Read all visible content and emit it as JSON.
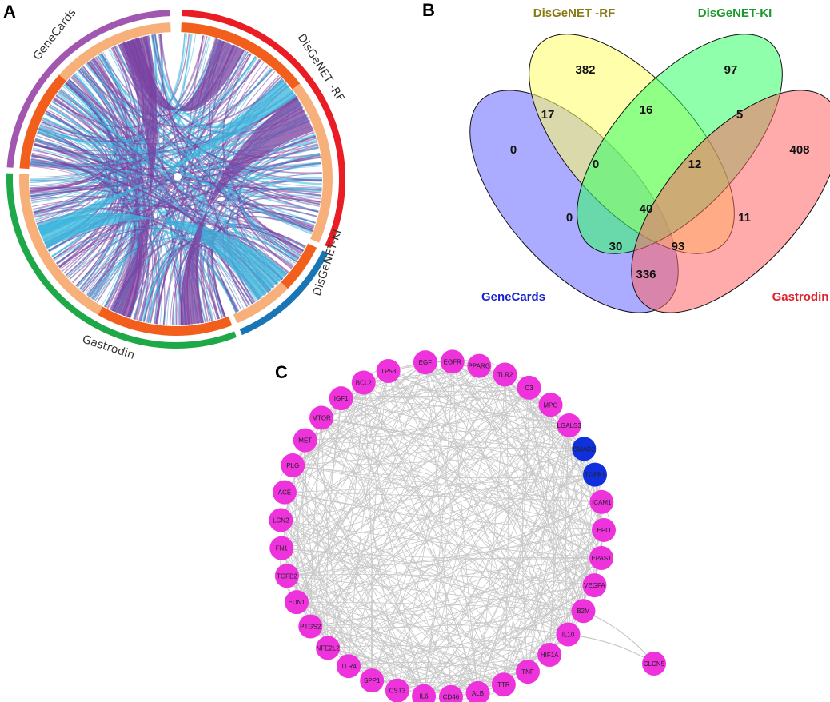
{
  "panels": {
    "a": "A",
    "b": "B",
    "c": "C"
  },
  "chord": {
    "labels": {
      "genecards": "GeneCards",
      "disgenet_rf": "DisGeNET -RF",
      "disgenet_ki": "DisGeNET-KI",
      "gastrodin": "Gastrodin"
    },
    "colors": {
      "genecards": "#a157b0",
      "disgenet_rf": "#ea1c24",
      "disgenet_ki": "#1a75b5",
      "gastrodin": "#1fa847",
      "inner_dark": "#f25f1c",
      "inner_light": "#f7b07a",
      "link_purple": "#7a3fa0",
      "link_blue": "#39b6dc"
    }
  },
  "venn": {
    "titles": {
      "disgenet_rf": "DisGeNET -RF",
      "disgenet_ki": "DisGeNET-KI",
      "genecards": "GeneCards",
      "gastrodin": "Gastrodin"
    },
    "title_colors": {
      "disgenet_rf": "#8a7a14",
      "disgenet_ki": "#1a9a2a",
      "genecards": "#1a22cc",
      "gastrodin": "#e0202a"
    },
    "fill_colors": {
      "genecards": "#6666ff",
      "disgenet_rf": "#ffff66",
      "disgenet_ki": "#33ff66",
      "gastrodin": "#ff6666"
    },
    "counts": {
      "rf_only": "382",
      "ki_only": "97",
      "gc_only": "0",
      "gas_only": "408",
      "gc_rf": "17",
      "rf_ki": "16",
      "ki_gas": "5",
      "gc_rf_ki": "0",
      "rf_ki_gas": "12",
      "all_four": "40",
      "gc_ki": "0",
      "rf_gas": "11",
      "gc_ki_gas": "30",
      "gc_rf_gas": "93",
      "gc_gas": "336"
    }
  },
  "network": {
    "node_color": "#ee33dd",
    "highlight_color": "#1030dd",
    "edge_color": "#c8c8c8",
    "nodes": [
      {
        "label": "EGF",
        "highlight": false
      },
      {
        "label": "EGFR",
        "highlight": false
      },
      {
        "label": "PPARG",
        "highlight": false
      },
      {
        "label": "TLR2",
        "highlight": false
      },
      {
        "label": "C3",
        "highlight": false
      },
      {
        "label": "MPO",
        "highlight": false
      },
      {
        "label": "LGALS3",
        "highlight": false
      },
      {
        "label": "SMAD2",
        "highlight": true
      },
      {
        "label": "TGFB1",
        "highlight": true
      },
      {
        "label": "ICAM1",
        "highlight": false
      },
      {
        "label": "EPO",
        "highlight": false
      },
      {
        "label": "EPAS1",
        "highlight": false
      },
      {
        "label": "VEGFA",
        "highlight": false
      },
      {
        "label": "B2M",
        "highlight": false
      },
      {
        "label": "IL10",
        "highlight": false
      },
      {
        "label": "HIF1A",
        "highlight": false
      },
      {
        "label": "TNF",
        "highlight": false
      },
      {
        "label": "TTR",
        "highlight": false
      },
      {
        "label": "ALB",
        "highlight": false
      },
      {
        "label": "CD46",
        "highlight": false
      },
      {
        "label": "IL6",
        "highlight": false
      },
      {
        "label": "CST3",
        "highlight": false
      },
      {
        "label": "SPP1",
        "highlight": false
      },
      {
        "label": "TLR4",
        "highlight": false
      },
      {
        "label": "NFE2L2",
        "highlight": false
      },
      {
        "label": "PTGS2",
        "highlight": false
      },
      {
        "label": "EDN1",
        "highlight": false
      },
      {
        "label": "TGFB2",
        "highlight": false
      },
      {
        "label": "FN1",
        "highlight": false
      },
      {
        "label": "LCN2",
        "highlight": false
      },
      {
        "label": "ACE",
        "highlight": false
      },
      {
        "label": "PLG",
        "highlight": false
      },
      {
        "label": "MET",
        "highlight": false
      },
      {
        "label": "MTOR",
        "highlight": false
      },
      {
        "label": "IGF1",
        "highlight": false
      },
      {
        "label": "BCL2",
        "highlight": false
      },
      {
        "label": "TP53",
        "highlight": false
      }
    ],
    "outlier": {
      "label": "CLCN5"
    }
  }
}
